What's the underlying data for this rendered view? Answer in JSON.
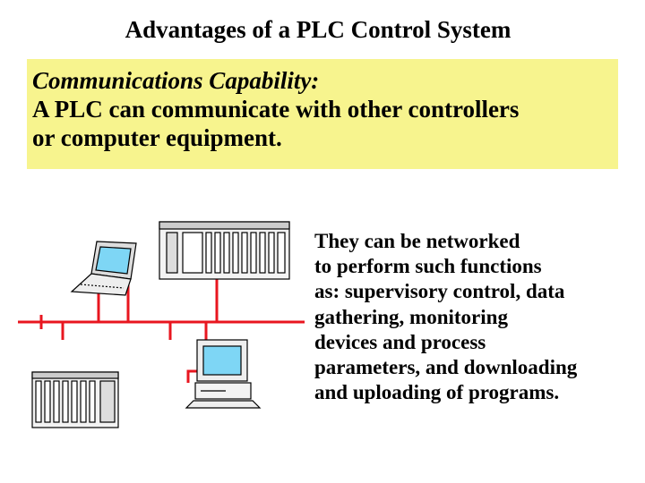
{
  "slide": {
    "title": "Advantages of a PLC Control System"
  },
  "callout": {
    "heading": "Communications Capability:",
    "line1": "A PLC can communicate with other controllers",
    "line2": "or computer equipment."
  },
  "description": {
    "lines": [
      "They can be networked",
      "to perform such functions",
      "as: supervisory control, data",
      "gathering, monitoring",
      "devices and process",
      "parameters, and downloading",
      "and uploading of programs."
    ]
  },
  "colors": {
    "callout_bg": "#f7f48e",
    "network_line": "#e8161f",
    "screen": "#7ed6f5"
  },
  "icons": [
    "laptop-icon",
    "plc-rack-icon",
    "desktop-computer-icon",
    "plc-rack-icon"
  ]
}
